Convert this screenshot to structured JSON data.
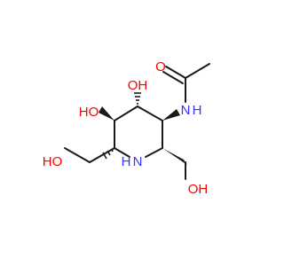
{
  "diagram": {
    "type": "skeletal-structure",
    "colors": {
      "bond": "#1a1a1a",
      "oxygen": "#ff0000",
      "nitrogen": "#3333ff",
      "background": "#ffffff"
    },
    "atom_labels": {
      "o_carbonyl": "O",
      "n_amide": "N",
      "h_amide": "H",
      "n_ring": "N",
      "h_ring": "H",
      "oh_c4": "OH",
      "ho_c5": "HO",
      "ho_left": "HO",
      "oh_right": "OH"
    }
  }
}
